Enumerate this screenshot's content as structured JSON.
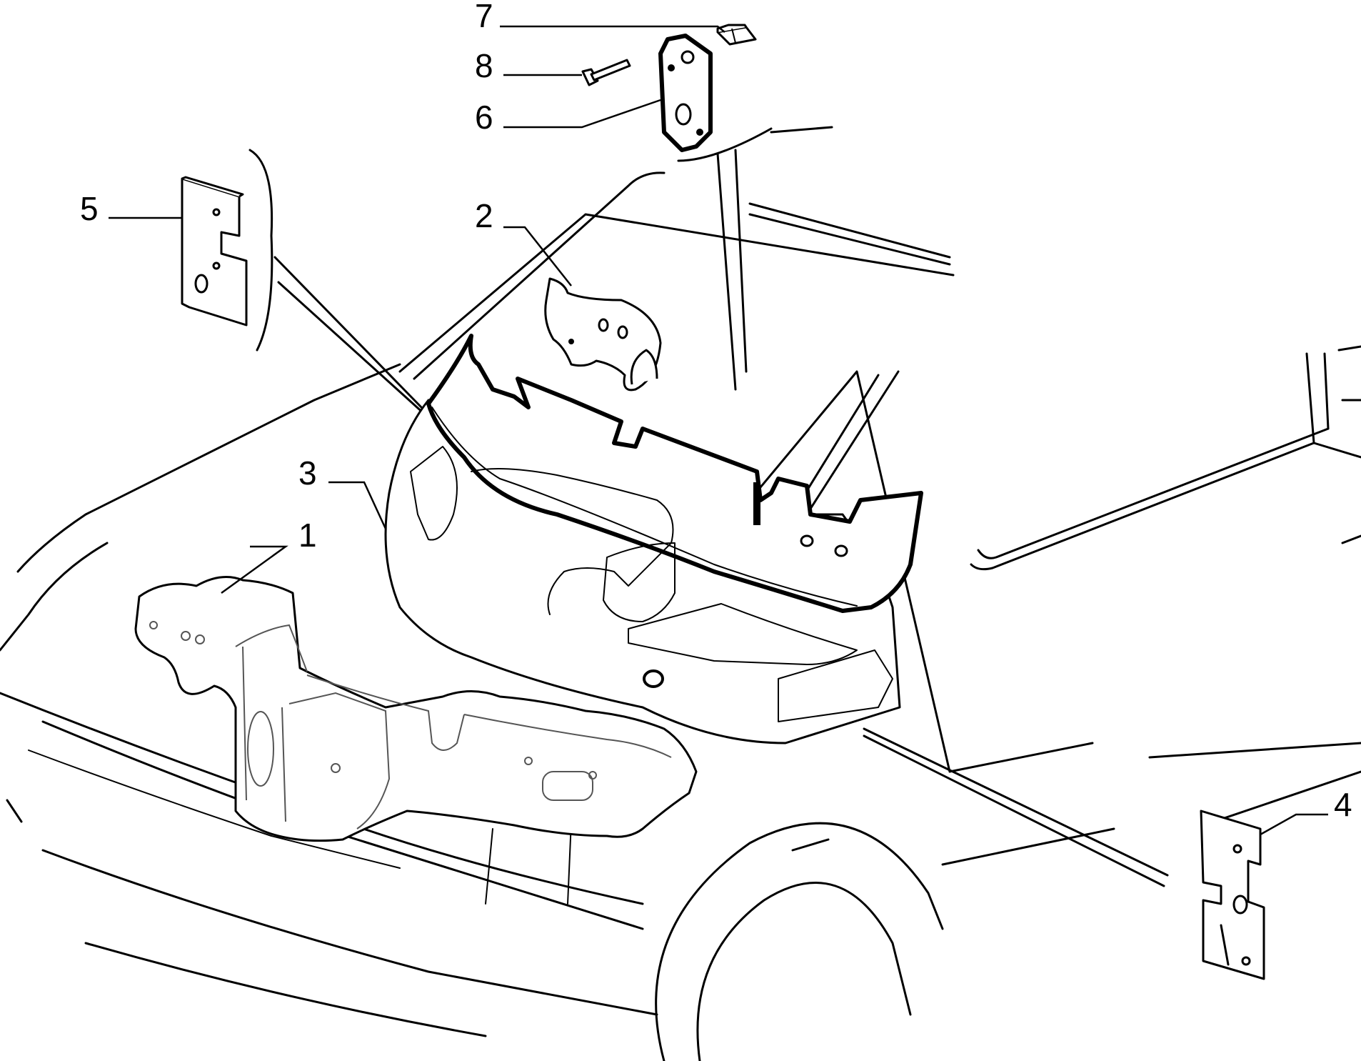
{
  "callouts": {
    "1": "1",
    "2": "2",
    "3": "3",
    "4": "4",
    "5": "5",
    "6": "6",
    "7": "7",
    "8": "8"
  },
  "colors": {
    "line": "#000000",
    "background": "#ffffff",
    "secondary_line": "#555555"
  }
}
